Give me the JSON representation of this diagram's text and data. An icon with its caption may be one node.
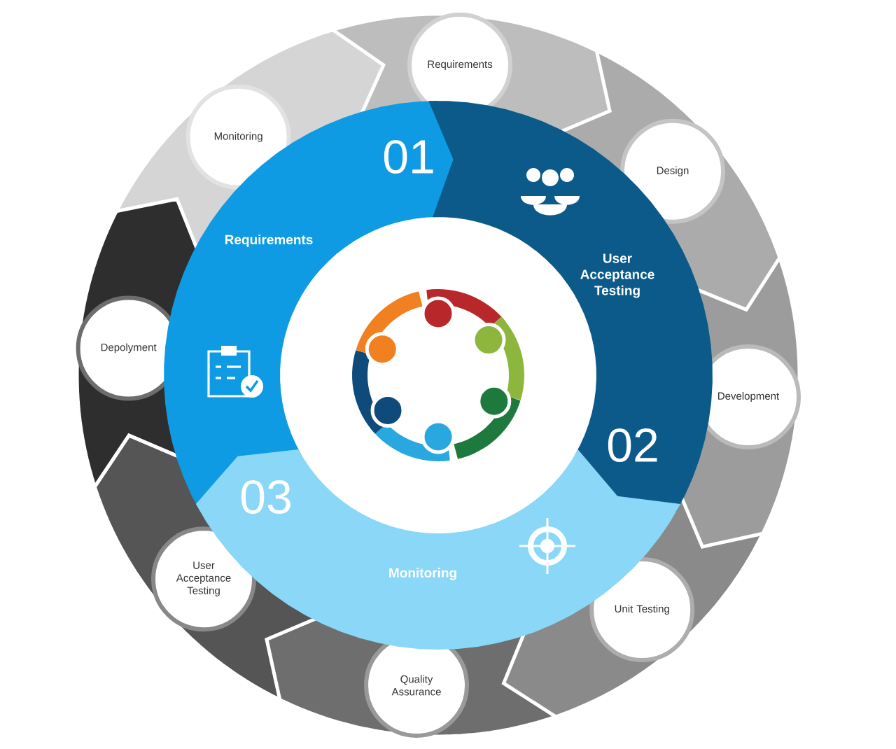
{
  "diagram": {
    "nodes": [
      {
        "text": [
          "Requirements"
        ]
      },
      {
        "text": [
          "Design"
        ]
      },
      {
        "text": [
          "Development"
        ]
      },
      {
        "text": [
          "Unit Testing"
        ]
      },
      {
        "text": [
          "Quality Assurance"
        ]
      },
      {
        "text": [
          "User Acceptance Testing"
        ]
      },
      {
        "text": [
          "Depolyment"
        ]
      },
      {
        "text": [
          "Monitoring"
        ]
      },
      {
        "text": [
          "01",
          "Requirements"
        ]
      },
      {
        "text": [
          "User Acceptance Testing",
          "02"
        ]
      },
      {
        "text": [
          "03",
          "Monitoring"
        ]
      }
    ]
  }
}
